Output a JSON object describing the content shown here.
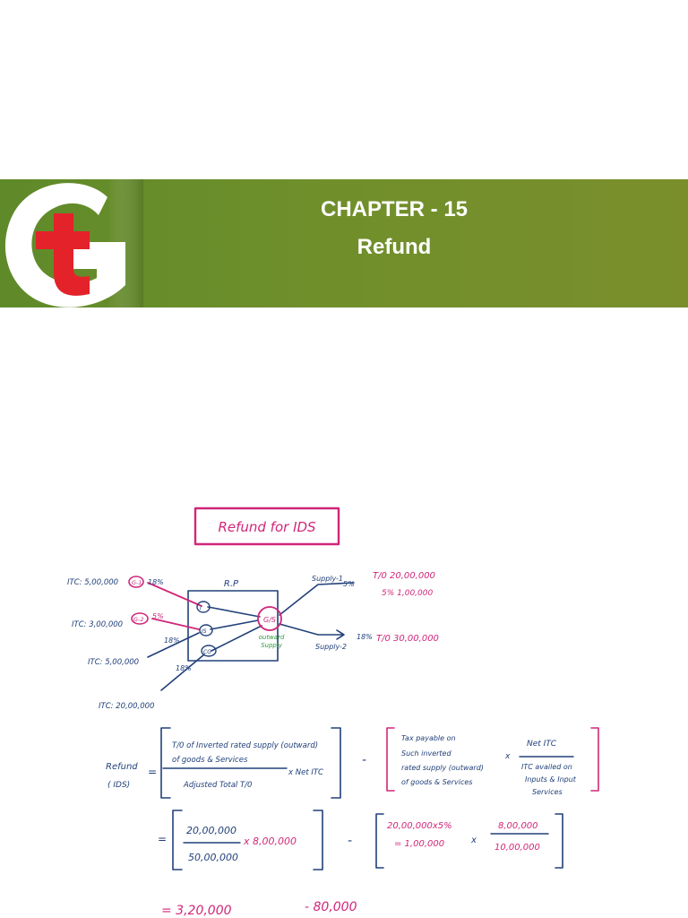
{
  "header": {
    "logo_text": "tg",
    "chapter": "CHAPTER - 15",
    "topic": "Refund"
  },
  "colors": {
    "banner": "#6f8f2b",
    "logo_red": "#e4222a",
    "ink_pink": "#d0277a",
    "ink_blue": "#21407a",
    "ink_green": "#2e9b3a"
  },
  "notes": {
    "title": "Refund for IDS",
    "rp": "R.P",
    "itc1": "ITC: 5,00,000",
    "itc2": "ITC: 3,00,000",
    "itc3": "ITC: 5,00,000",
    "itc4": "ITC: 20,00,000",
    "rate_g1": "18%",
    "rate_g2": "5%",
    "rate_s": "18%",
    "rate_cg": "18%",
    "node_g1": "G-1",
    "node_g2": "G-2",
    "node_gs": "G/S",
    "node_i": "I",
    "node_is": "IS",
    "node_cg": "CG",
    "outward": "outward",
    "supply_word": "Supply",
    "supply1": "Supply-1",
    "supply1_rate": "5%",
    "to1": "T/0 20,00,000",
    "tax1": "5% 1,00,000",
    "supply2": "Supply-2",
    "supply2_rate": "18%",
    "to2": "T/0 30,00,000",
    "refund_word": "Refund",
    "ids_word": "( IDS)",
    "eq": "=",
    "minus": "-",
    "times": "x",
    "num1_l1": "T/0 of Inverted rated supply (outward)",
    "num1_l2": "of goods & Services",
    "den1": "Adjusted Total T/0",
    "x_net_itc": "x Net ITC",
    "f2_l1": "Tax payable on",
    "f2_l2": "Such inverted",
    "f2_l3": "rated supply (outward)",
    "f2_l4": "of goods & Services",
    "net_itc": "Net ITC",
    "itc_av_l1": "ITC availed on",
    "itc_av_l2": "Inputs & Input",
    "itc_av_l3": "Services",
    "v_num": "20,00,000",
    "v_den": "50,00,000",
    "v_mult": "x 8,00,000",
    "v2_l1": "20,00,000x5%",
    "v2_l2": "= 1,00,000",
    "v2_num": "8,00,000",
    "v2_den": "10,00,000",
    "result_l": "= 3,20,000",
    "result_r": "- 80,000"
  }
}
